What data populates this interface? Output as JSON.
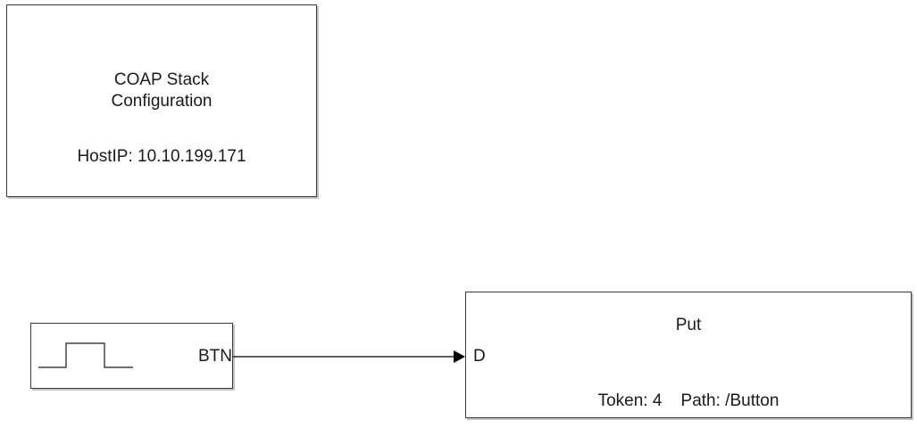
{
  "coap_block": {
    "title": "COAP Stack\nConfiguration",
    "host_ip": "HostIP: 10.10.199.171"
  },
  "btn_block": {
    "icon": "pulse-generator-icon",
    "output_port_label": "BTN"
  },
  "put_block": {
    "title": "Put",
    "input_port_label": "D",
    "params": "Token: 4    Path: /Button"
  },
  "colors": {
    "block_border": "#3a3a3a",
    "block_shadow": "#c4c4c4",
    "line": "#000000",
    "background": "#ffffff"
  }
}
